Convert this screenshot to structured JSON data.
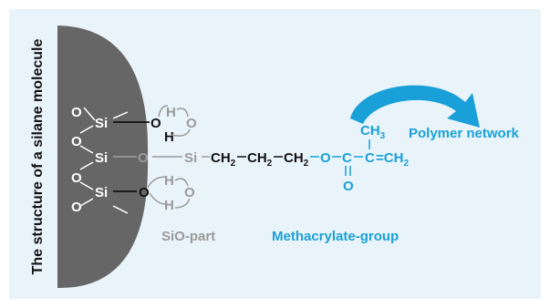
{
  "title": "The structure of a silane molecule",
  "labels": {
    "sio_part": "SiO-part",
    "methacrylate_group": "Methacrylate-group",
    "polymer_network": "Polymer network"
  },
  "surface": {
    "si_atoms": [
      "Si",
      "Si",
      "Si"
    ],
    "o_atoms": [
      "O",
      "O",
      "O",
      "O"
    ]
  },
  "hydrogen_bonds": {
    "h": "H",
    "o": "O"
  },
  "chain": {
    "o_bridge": "O",
    "si": "Si",
    "ch2": "CH",
    "sub2": "2",
    "ester_o": "O",
    "c": "C",
    "carbonyl_o": "O",
    "ch3": "CH",
    "sub3": "3",
    "terminal": "=CH"
  },
  "colors": {
    "background": "#e9f3fa",
    "substrate": "#666666",
    "blue": "#1aa0d8",
    "gray": "#9a9a9a",
    "black": "#111111"
  },
  "icons": [
    "curved-arrow-icon"
  ]
}
